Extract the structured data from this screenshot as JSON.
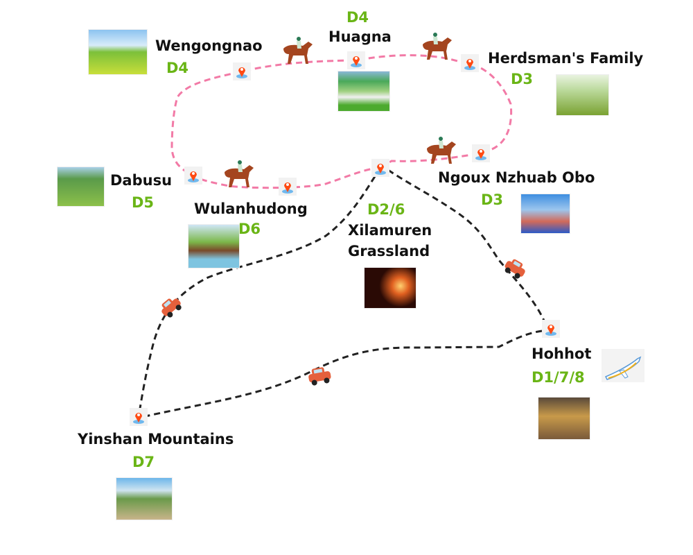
{
  "title": "Inner Mongolia grassland itinerary map",
  "colors": {
    "horse_route": "#f27aa6",
    "car_route": "#222222",
    "day_label": "#6ab516",
    "pin": "#ff4a12"
  },
  "stops": [
    {
      "name": "Wengongnao",
      "day": "D4"
    },
    {
      "name": "Huagna",
      "day": "D4"
    },
    {
      "name": "Herdsman's Family",
      "day": "D3"
    },
    {
      "name": "Dabusu",
      "day": "D5"
    },
    {
      "name": "Wulanhudong",
      "day": "D6"
    },
    {
      "name": "Ngoux Nzhuab Obo",
      "day": "D3"
    },
    {
      "name": "Xilamuren",
      "name2": "Grassland",
      "day": "D2/6"
    },
    {
      "name": "Hohhot",
      "day": "D1/7/8"
    },
    {
      "name": "Yinshan Mountains",
      "day": "D7"
    }
  ]
}
